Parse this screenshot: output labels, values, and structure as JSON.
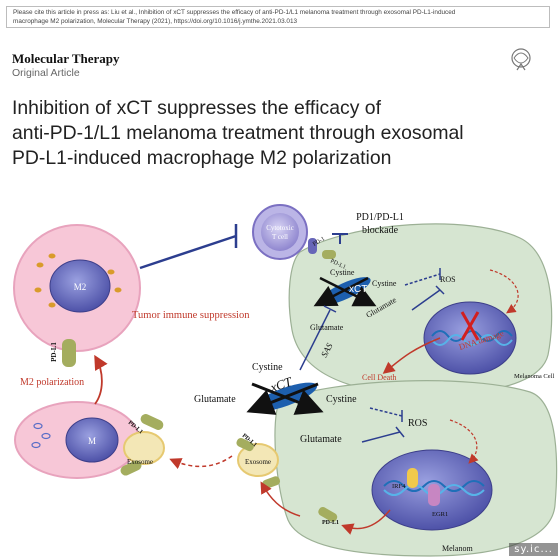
{
  "citation": {
    "line1": "Please cite this article in press as: Liu et al., Inhibition of xCT suppresses the efficacy of anti-PD-1/L1 melanoma treatment through exosomal PD-L1-induced",
    "line2": "macrophage M2 polarization, Molecular Therapy (2021), https://doi.org/10.1016/j.ymthe.2021.03.013"
  },
  "journal": {
    "name": "Molecular Therapy",
    "article_type": "Original Article",
    "logo_icon": "asgct-logo-icon"
  },
  "title_lines": [
    "Inhibition of xCT suppresses the efficacy of",
    "anti-PD-1/L1 melanoma treatment through exosomal",
    "PD-L1-induced macrophage M2 polarization"
  ],
  "figure": {
    "m2_label": "M2",
    "m_label": "M",
    "pdl1": "PD-L1",
    "pd1": "PD-1",
    "m2_polarization": "M2 polarization",
    "tumor_immune_suppression": "Tumor immune suppression",
    "t_cell_line1": "Cytotoxic",
    "t_cell_line2": "T cell",
    "blockade_line1": "PD1/PD-L1",
    "blockade_line2": "blockade",
    "exosome": "Exosome",
    "cystine": "Cystine",
    "glutamate": "Glutamate",
    "xct": "xCT",
    "sas": "SAS",
    "ros": "ROS",
    "dna_damage": "DNA damage",
    "cell_death": "Cell Death",
    "melanoma_cell": "Melanoma Cell",
    "melanoma_cut": "Melanom",
    "irf4": "IRF4",
    "egr1": "EGR1"
  },
  "colors": {
    "red_label": "#c0392b",
    "blue_arrow": "#2c3e8f",
    "macrophage_fill": "#f6c6d6",
    "nucleus": "#6a6ec0",
    "melanoma_cell_fill": "#d7e6d3"
  },
  "watermark": "sy.ic..."
}
